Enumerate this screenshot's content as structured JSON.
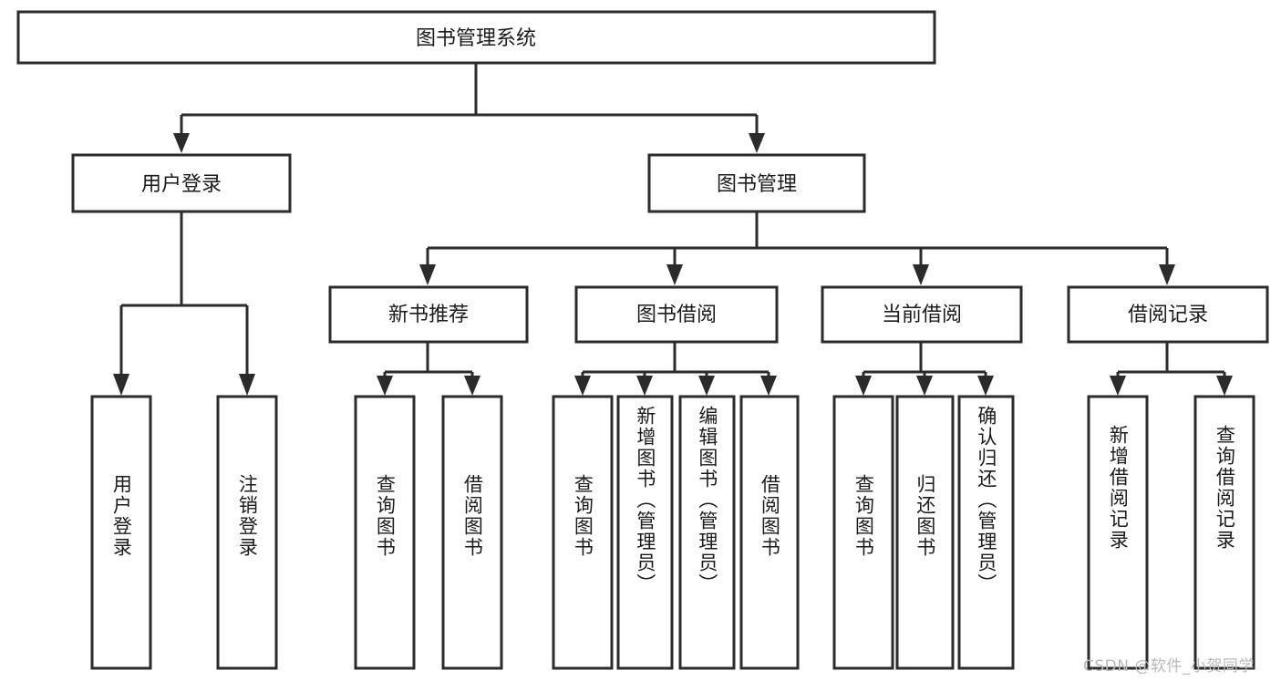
{
  "diagram": {
    "type": "tree-hierarchy",
    "title": "图书管理系统",
    "orientation": "top-down",
    "root": {
      "id": "root",
      "label": "图书管理系统",
      "level": 0
    },
    "level2": [
      {
        "id": "user-login",
        "label": "用户登录",
        "level": 1
      },
      {
        "id": "book-manage",
        "label": "图书管理",
        "level": 1
      }
    ],
    "level3": [
      {
        "id": "new-book-recommend",
        "label": "新书推荐",
        "level": 2,
        "parent": "book-manage"
      },
      {
        "id": "book-borrow",
        "label": "图书借阅",
        "level": 2,
        "parent": "book-manage"
      },
      {
        "id": "current-borrow",
        "label": "当前借阅",
        "level": 2,
        "parent": "book-manage"
      },
      {
        "id": "borrow-record",
        "label": "借阅记录",
        "level": 2,
        "parent": "book-manage"
      }
    ],
    "leaves": [
      {
        "id": "leaf-user-login",
        "label": "用户登录",
        "parent": "user-login"
      },
      {
        "id": "leaf-logout",
        "label": "注销登录",
        "parent": "user-login"
      },
      {
        "id": "leaf-query-book-1",
        "label": "查询图书",
        "parent": "new-book-recommend"
      },
      {
        "id": "leaf-borrow-book-1",
        "label": "借阅图书",
        "parent": "new-book-recommend"
      },
      {
        "id": "leaf-query-book-2",
        "label": "查询图书",
        "parent": "book-borrow"
      },
      {
        "id": "leaf-add-book",
        "label": "新增图书（管理员）",
        "parent": "book-borrow"
      },
      {
        "id": "leaf-edit-book",
        "label": "编辑图书（管理员）",
        "parent": "book-borrow"
      },
      {
        "id": "leaf-borrow-book-2",
        "label": "借阅图书",
        "parent": "book-borrow"
      },
      {
        "id": "leaf-query-book-3",
        "label": "查询图书",
        "parent": "current-borrow"
      },
      {
        "id": "leaf-return-book",
        "label": "归还图书",
        "parent": "current-borrow"
      },
      {
        "id": "leaf-confirm-return",
        "label": "确认归还（管理员）",
        "parent": "current-borrow"
      },
      {
        "id": "leaf-add-record",
        "label": "新增借阅记录",
        "parent": "borrow-record"
      },
      {
        "id": "leaf-query-record",
        "label": "查询借阅记录",
        "parent": "borrow-record"
      }
    ],
    "colors": {
      "stroke": "#2b2b2b",
      "fill": "#ffffff",
      "text": "#1b1b1b",
      "watermark": "#b9b9b9"
    }
  },
  "watermark": {
    "text": "CSDN @软件_小贺同学"
  }
}
